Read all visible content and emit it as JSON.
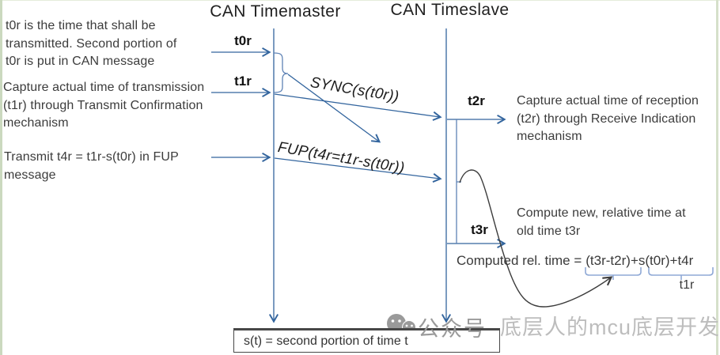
{
  "headers": {
    "master": "CAN Timemaster",
    "slave": "CAN Timeslave"
  },
  "left_notes": [
    {
      "lines": [
        "t0r is the time that shall be",
        "transmitted. Second portion of",
        "t0r is put in CAN message"
      ]
    },
    {
      "lines": [
        "Capture actual time of transmission",
        "(t1r) through Transmit Confirmation",
        "mechanism"
      ]
    },
    {
      "lines": [
        "Transmit t4r = t1r-s(t0r) in FUP",
        "message"
      ]
    }
  ],
  "right_notes": [
    {
      "lines": [
        "Capture actual time of reception",
        "(t2r) through Receive Indication",
        "mechanism"
      ]
    },
    {
      "lines": [
        "Compute new, relative time at",
        "old time t3r"
      ]
    }
  ],
  "time_labels": {
    "t0r": "t0r",
    "t1r": "t1r",
    "t2r": "t2r",
    "t3r": "t3r"
  },
  "messages": {
    "sync": "SYNC(s(t0r))",
    "fup": "FUP(t4r=t1r-s(t0r))"
  },
  "computed": {
    "prefix": "Computed rel. time =",
    "term1": "(t3r-t2r)",
    "plus": "+",
    "term2": "s(t0r)+t4r",
    "under_label": "t1r"
  },
  "legend_box": "s(t) = second portion of time t",
  "watermark": {
    "icon": "wechat-bubbles-icon",
    "badge": "公众号",
    "name": "底层人的mcu底层开发"
  },
  "colors": {
    "line_blue": "#33659e",
    "brace_blue": "#8fa9d6",
    "curve_dark": "#3c3c3c",
    "note_text": "#3c3c3c",
    "watermark_grey": "#9a9a9a",
    "watermark_light": "#bdbdbd",
    "edge_green": "#cbd9bf"
  }
}
